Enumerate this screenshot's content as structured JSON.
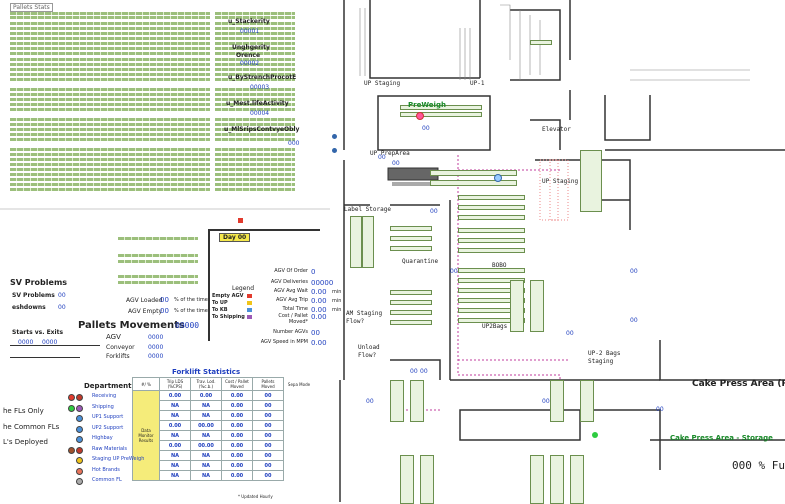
{
  "top_left": {
    "title": "Pallets Stats",
    "labels": [
      "u_Stackerity",
      "Unghgerity",
      "Orence",
      "u_ByStrenchProcotE",
      "u_Mest.lifeActivity",
      "u_MlSripsContvyeObly"
    ],
    "counts": [
      "00001",
      "00002",
      "00003",
      "00004",
      "000"
    ]
  },
  "sv_problems": {
    "title": "SV Problems",
    "rows": [
      {
        "label": "SV Problems",
        "value": "00"
      },
      {
        "label": "eshdowns",
        "value": "00"
      }
    ]
  },
  "starts_vs_exits": {
    "title": "Starts vs. Exits",
    "values": [
      "0000",
      "0000"
    ]
  },
  "pallets_movements": {
    "title": "Pallets Movements",
    "count": "00000",
    "rows": [
      {
        "label": "AGV",
        "value": "0000"
      },
      {
        "label": "Conveyor",
        "value": "0000"
      },
      {
        "label": "Forklifts",
        "value": "0000"
      }
    ]
  },
  "agv_loaded": {
    "rows": [
      {
        "label": "AGV Loaded",
        "value": "00",
        "unit": "% of the time"
      },
      {
        "label": "AGV Empty",
        "value": "00",
        "unit": "% of the time"
      }
    ]
  },
  "day_badge": "Day 00",
  "legend": {
    "title": "Legend",
    "items": [
      {
        "label": "Empty AGV",
        "color": "#e23b2e"
      },
      {
        "label": "To UP",
        "color": "#f0c419"
      },
      {
        "label": "To KB",
        "color": "#4a90d9"
      },
      {
        "label": "To Shipping",
        "color": "#9b59b6"
      }
    ]
  },
  "agv_stats": {
    "rows": [
      {
        "label": "AGV Of Order",
        "value": "0"
      },
      {
        "label": "AGV Deliveries",
        "value": "00000"
      },
      {
        "label": "AGV Avg Wait",
        "value": "0.00",
        "unit": "min"
      },
      {
        "label": "AGV Avg Trip",
        "value": "0.00",
        "unit": "min"
      },
      {
        "label": "Total Time",
        "value": "0.00",
        "unit": "min"
      },
      {
        "label": "Cost / Pallet Moved*",
        "value": "0.00"
      },
      {
        "label": "Number AGVs",
        "value": "00"
      },
      {
        "label": "AGV Speed in MPM",
        "value": "0.00"
      }
    ]
  },
  "forklift": {
    "title": "Forklift Statistics",
    "dept_header": "Department",
    "columns": [
      "#/ %",
      "Trip LDS (%CPS)",
      "Trav. Lod. (%c.b.)",
      "Cost / Pallet Moved",
      "Pallets Moved",
      "Sepa Mode"
    ],
    "middle_label": "Data Monitor Results",
    "rows": [
      {
        "dept": "Receiving",
        "colors": [
          "#e23b2e",
          "#c0392b"
        ],
        "a": "0.00",
        "b": "0.00",
        "c": "0.00",
        "d": "00"
      },
      {
        "dept": "Shipping",
        "colors": [
          "#2ecc40",
          "#9b59b6"
        ],
        "a": "NA",
        "b": "NA",
        "c": "0.00",
        "d": "00"
      },
      {
        "dept": "UP1 Support",
        "colors": [
          "#4a90d9"
        ],
        "a": "NA",
        "b": "NA",
        "c": "0.00",
        "d": "00"
      },
      {
        "dept": "UP2 Support",
        "colors": [
          "#4a90d9"
        ],
        "a": "0.00",
        "b": "00.00",
        "c": "0.00",
        "d": "00"
      },
      {
        "dept": "Highbay",
        "colors": [
          "#4a90d9"
        ],
        "a": "NA",
        "b": "NA",
        "c": "0.00",
        "d": "00"
      },
      {
        "dept": "Raw Materials",
        "colors": [
          "#a0522d",
          "#c0392b"
        ],
        "a": "0.00",
        "b": "00.00",
        "c": "0.00",
        "d": "00"
      },
      {
        "dept": "Staging UP PreWeigh",
        "colors": [
          "#f0c419"
        ],
        "a": "NA",
        "b": "NA",
        "c": "0.00",
        "d": "00"
      },
      {
        "dept": "Hot Brands",
        "colors": [
          "#e8735a"
        ],
        "a": "NA",
        "b": "NA",
        "c": "0.00",
        "d": "00"
      },
      {
        "dept": "Common FL",
        "colors": [
          "#aaaaaa"
        ],
        "a": "NA",
        "b": "NA",
        "c": "0.00",
        "d": "00"
      }
    ],
    "footnote": "* Updated Hourly"
  },
  "left_notes": [
    "he FLs Only",
    "he Common FLs",
    "L's Deployed"
  ],
  "map": {
    "labels": {
      "up_staging": "UP Staging",
      "up1": "UP-1",
      "preweigh": "PreWeigh",
      "elevator": "Elevator",
      "up_prep": "UP PrepArea",
      "up_staging2": "UP Staging",
      "label_storage": "Label Storage",
      "quarantine": "Quarantine",
      "bobo": "BOBO",
      "up2bags": "UP2Bags",
      "am_staging": "AM Staging Flow?",
      "unload": "Unload Flow?",
      "up2_bags_staging": "UP-2 Bags Staging",
      "cake_press": "Cake Press Area (R",
      "cake_storage": "Cake Press Area - Storage",
      "percent": "000 % Fu"
    },
    "counters": [
      "00",
      "00",
      "00",
      "00",
      "00",
      "00",
      "00",
      "00",
      "00",
      "00",
      "00",
      "00",
      "00"
    ]
  }
}
